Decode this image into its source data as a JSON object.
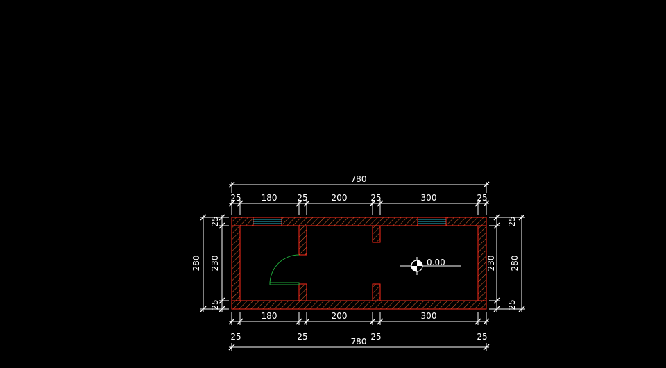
{
  "plan": {
    "top_outer": {
      "total": "780"
    },
    "top_inner": [
      "25",
      "180",
      "25",
      "200",
      "25",
      "300",
      "25"
    ],
    "left_outer": "280",
    "left_inner": [
      "25",
      "230",
      "25"
    ],
    "right_inner": [
      "25",
      "230",
      "25"
    ],
    "right_outer": "280",
    "bottom_inner": [
      "180",
      "200",
      "300"
    ],
    "bottom_walls": [
      "25",
      "25",
      "25",
      "25"
    ],
    "bottom_outer": "780",
    "level_marker": "0.00",
    "colors": {
      "background": "#000000",
      "wall_outline": "#ff2a1a",
      "hatch": "#cc5a2a",
      "dimension": "#ffffff",
      "window": "#29b6c9",
      "door": "#1fa83a"
    }
  }
}
